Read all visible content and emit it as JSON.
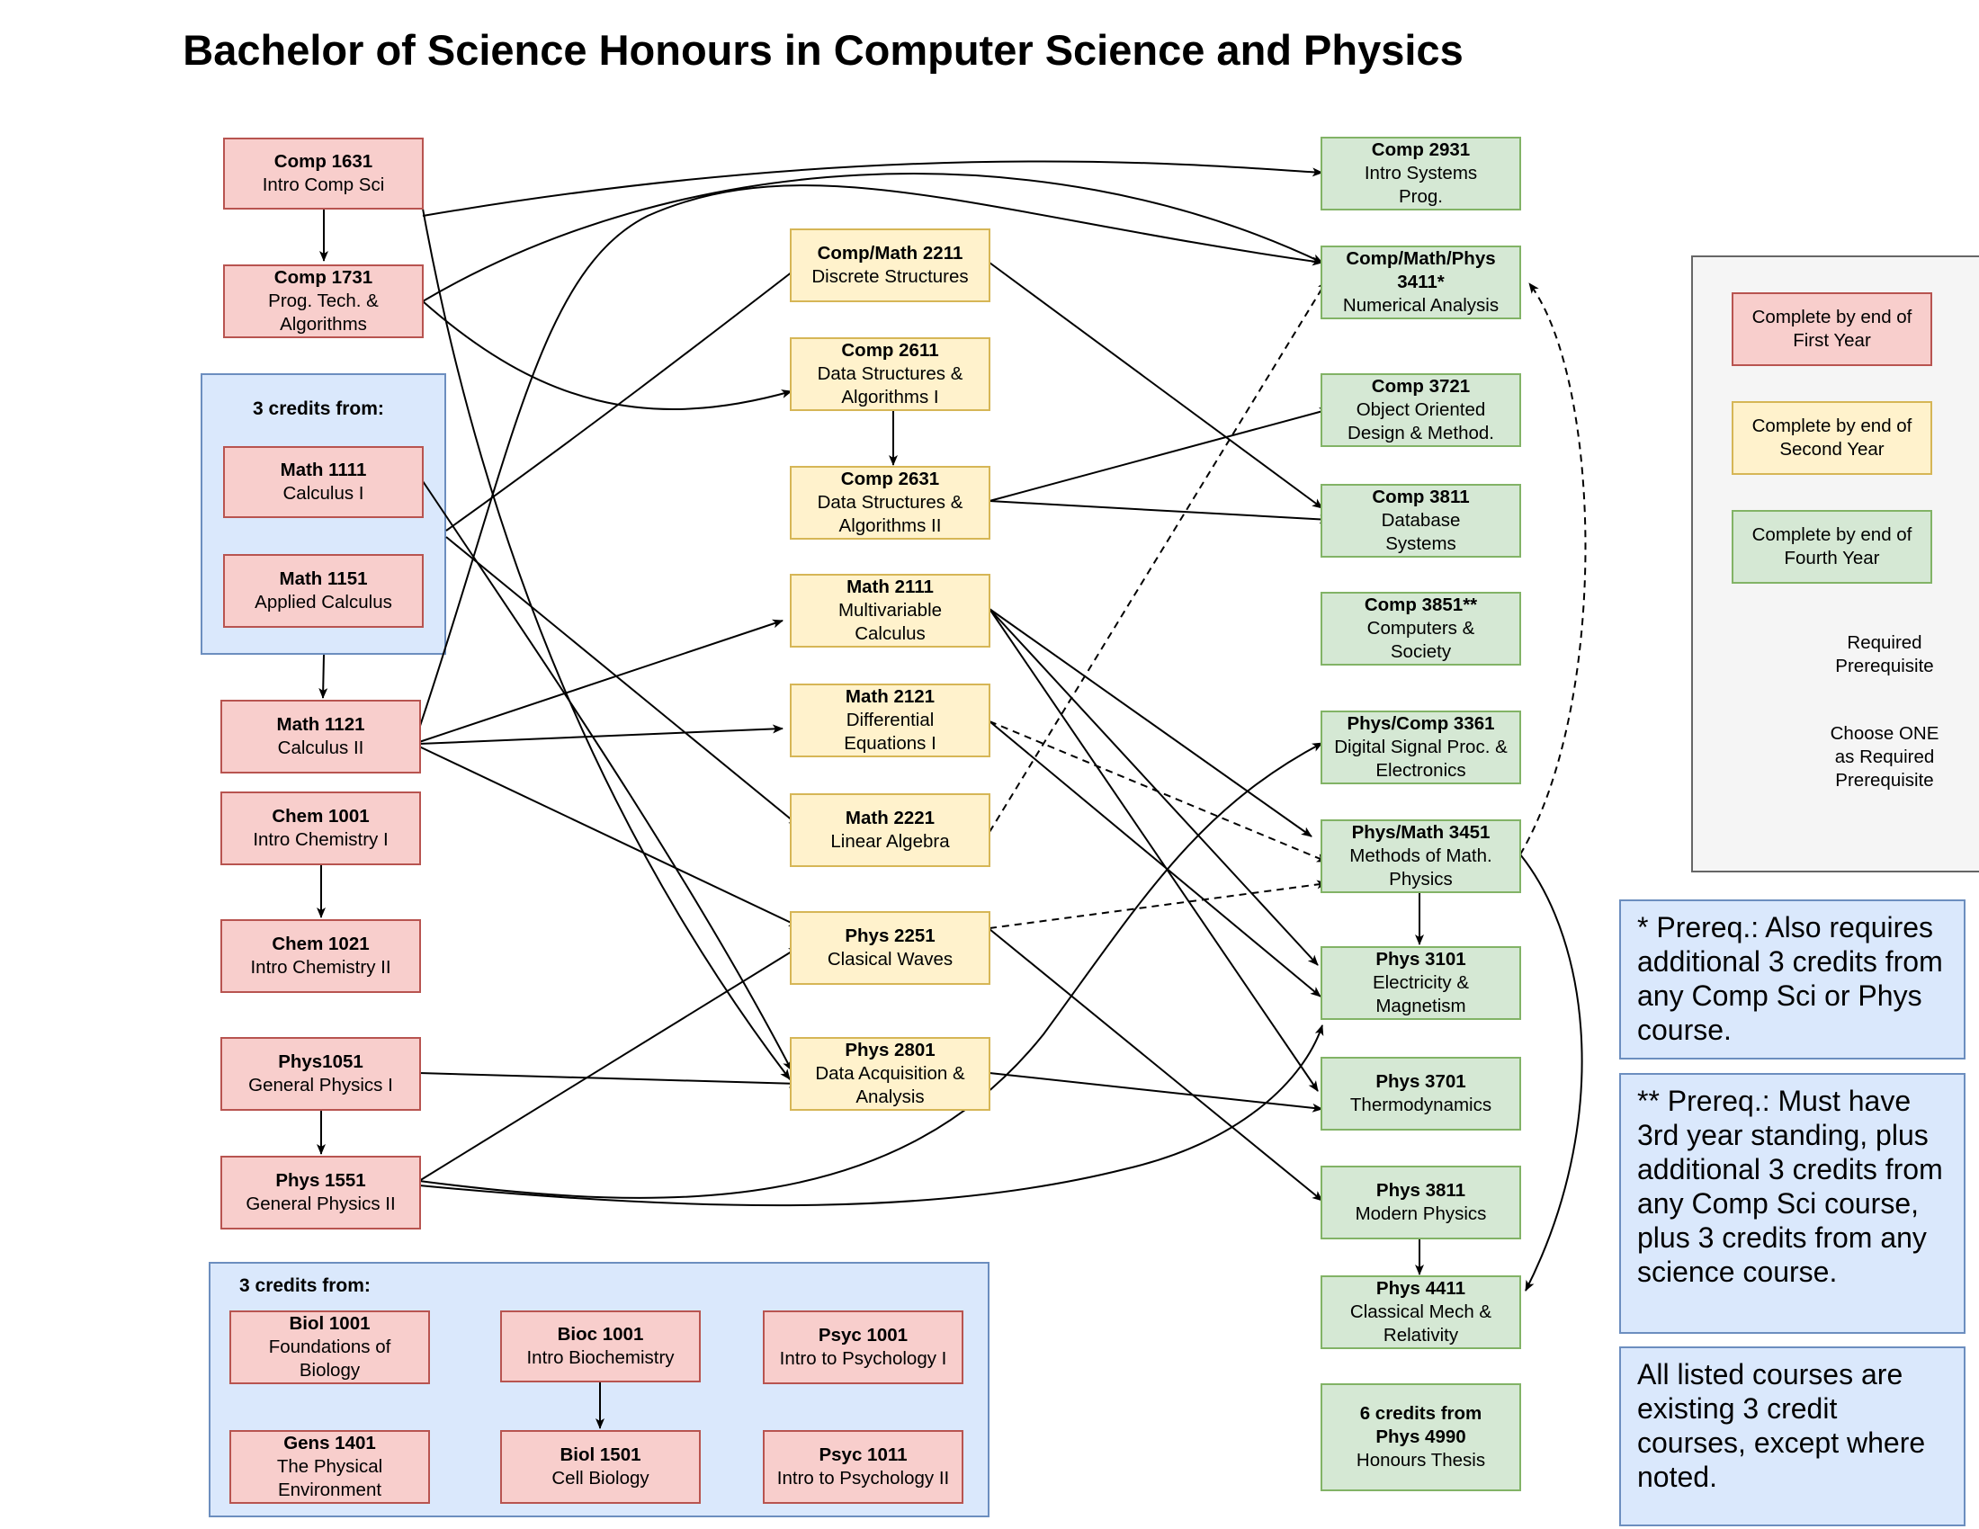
{
  "title": "Bachelor of Science Honours in Computer Science and Physics",
  "groups": {
    "math_choice": "3 credits from:",
    "science_choice": "3 credits from:"
  },
  "courses": {
    "comp1631": {
      "code": "Comp 1631",
      "name": "Intro Comp Sci"
    },
    "comp1731": {
      "code": "Comp 1731",
      "name": "Prog. Tech. & Algorithms"
    },
    "math1111": {
      "code": "Math 1111",
      "name": "Calculus I"
    },
    "math1151": {
      "code": "Math 1151",
      "name": "Applied Calculus"
    },
    "math1121": {
      "code": "Math 1121",
      "name": "Calculus II"
    },
    "chem1001": {
      "code": "Chem 1001",
      "name": "Intro Chemistry I"
    },
    "chem1021": {
      "code": "Chem 1021",
      "name": "Intro Chemistry II"
    },
    "phys1051": {
      "code": "Phys1051",
      "name": "General Physics I"
    },
    "phys1551": {
      "code": "Phys 1551",
      "name": "General Physics II"
    },
    "biol1001": {
      "code": "Biol 1001",
      "name": "Foundations of Biology"
    },
    "bioc1001": {
      "code": "Bioc 1001",
      "name": "Intro Biochemistry"
    },
    "psyc1001": {
      "code": "Psyc 1001",
      "name": "Intro to Psychology I"
    },
    "gens1401": {
      "code": "Gens 1401",
      "name": "The Physical Environment"
    },
    "biol1501": {
      "code": "Biol 1501",
      "name": "Cell Biology"
    },
    "psyc1011": {
      "code": "Psyc 1011",
      "name": "Intro to Psychology II"
    },
    "cm2211": {
      "code": "Comp/Math 2211",
      "name": "Discrete Structures"
    },
    "comp2611": {
      "code": "Comp 2611",
      "name": "Data Structures & Algorithms I"
    },
    "comp2631": {
      "code": "Comp 2631",
      "name": "Data Structures & Algorithms II"
    },
    "math2111": {
      "code": "Math 2111",
      "name": "Multivariable Calculus"
    },
    "math2121": {
      "code": "Math 2121",
      "name": "Differential Equations I"
    },
    "math2221": {
      "code": "Math 2221",
      "name": "Linear Algebra"
    },
    "phys2251": {
      "code": "Phys 2251",
      "name": "Clasical Waves"
    },
    "phys2801": {
      "code": "Phys 2801",
      "name": "Data Acquisition & Analysis"
    },
    "comp2931": {
      "code": "Comp 2931",
      "name": "Intro Systems Prog."
    },
    "cmp3411": {
      "code": "Comp/Math/Phys 3411*",
      "name": "Numerical Analysis"
    },
    "comp3721": {
      "code": "Comp 3721",
      "name": "Object Oriented Design & Method."
    },
    "comp3811": {
      "code": "Comp 3811",
      "name": "Database Systems"
    },
    "comp3851": {
      "code": "Comp 3851**",
      "name": "Computers & Society"
    },
    "pc3361": {
      "code": "Phys/Comp 3361",
      "name": "Digital Signal Proc. & Electronics"
    },
    "pm3451": {
      "code": "Phys/Math 3451",
      "name": "Methods of Math. Physics"
    },
    "phys3101": {
      "code": "Phys 3101",
      "name": "Electricity & Magnetism"
    },
    "phys3701": {
      "code": "Phys 3701",
      "name": "Thermodynamics"
    },
    "phys3811": {
      "code": "Phys 3811",
      "name": "Modern Physics"
    },
    "phys4411": {
      "code": "Phys 4411",
      "name": "Classical Mech & Relativity"
    },
    "phys4990": {
      "code": "6 credits from Phys 4990",
      "name": "Honours Thesis"
    }
  },
  "legend": {
    "first_year": "Complete by end of First Year",
    "second_year": "Complete by end of Second Year",
    "fourth_year": "Complete by end of Fourth Year",
    "required": "Required Prerequisite",
    "choose_one": "Choose ONE as Required Prerequisite"
  },
  "notes": {
    "star": "* Prereq.: Also requires additional  3 credits from any Comp Sci or Phys course.",
    "double_star": "** Prereq.: Must have 3rd year standing, plus additional 3 credits from any Comp Sci course, plus 3 credits from any science course.",
    "credits": "All listed courses are existing 3 credit courses, except where noted."
  },
  "colors": {
    "first_year_fill": "#f8cecc",
    "second_year_fill": "#fff2cc",
    "fourth_year_fill": "#d5e8d4",
    "group_fill": "#dae8fc"
  }
}
